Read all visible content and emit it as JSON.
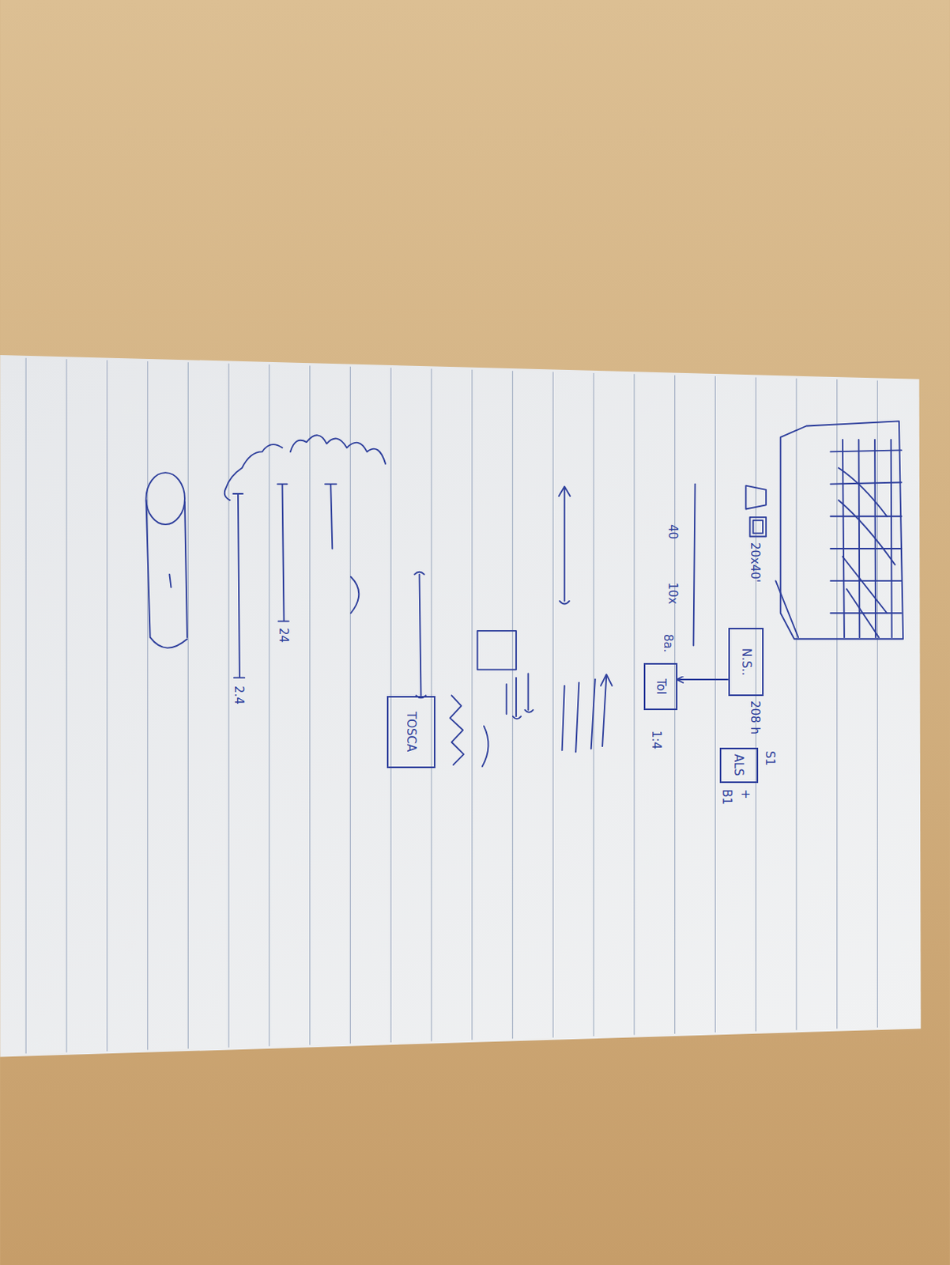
{
  "diagram": {
    "nodes": [
      {
        "text": [
          "N.S.."
        ]
      },
      {
        "text": [
          "ALS"
        ]
      },
      {
        "text": [
          "ToI"
        ]
      },
      {
        "text": [
          "TOSCA"
        ]
      }
    ],
    "edges": [
      {
        "from": 0,
        "to": 2,
        "arrow": "to"
      }
    ],
    "labels": [
      "10x",
      "40",
      "20x40'",
      "8a.",
      "1:4",
      "208 h",
      "S1",
      "+",
      "B1",
      "24",
      "2.4"
    ]
  }
}
